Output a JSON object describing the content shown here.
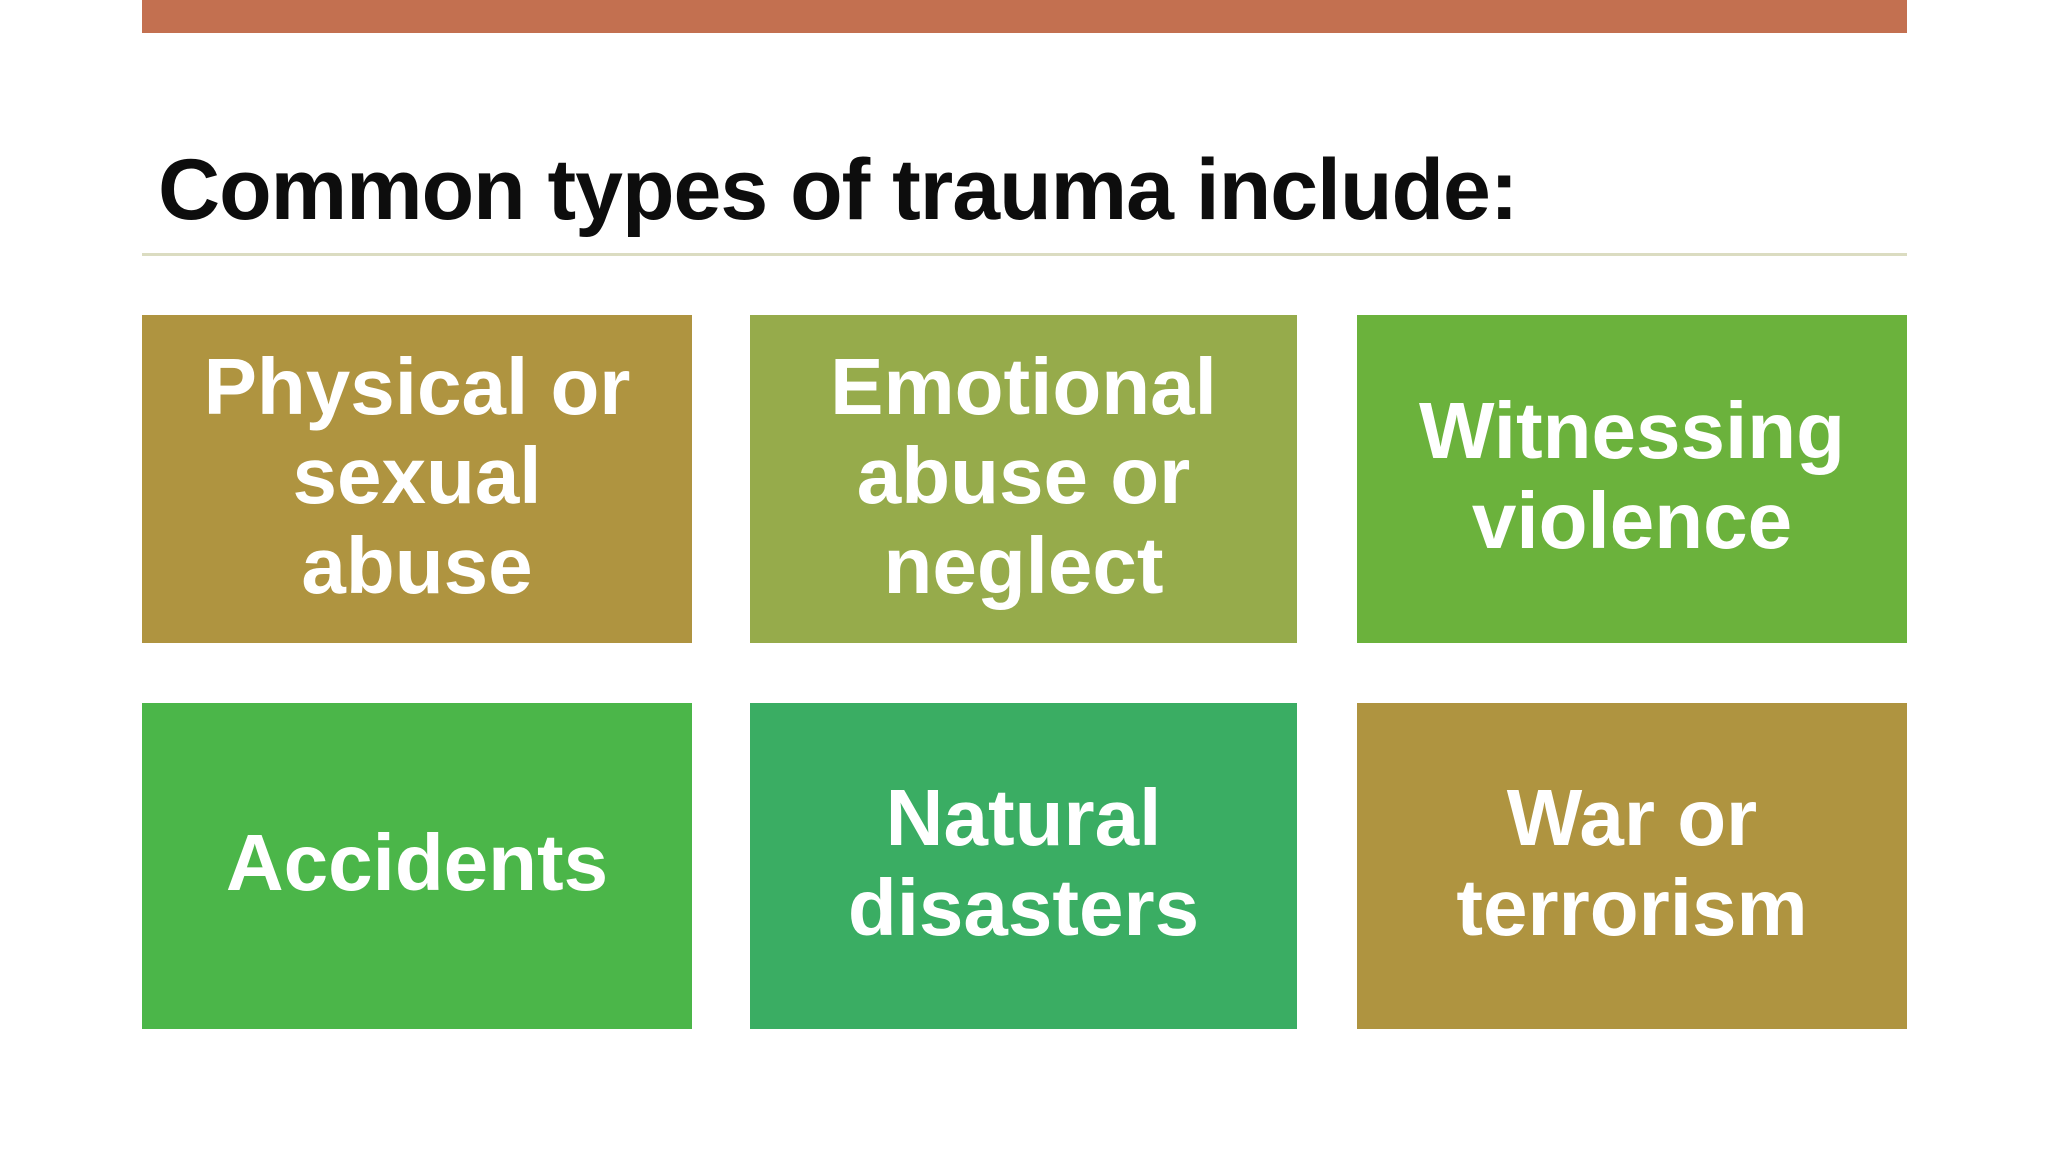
{
  "slide": {
    "title": "Common types of trauma include:",
    "title_color": "#0d0d0d",
    "accent_bar_color": "#c37050",
    "divider_color": "#dbdcc1",
    "background_color": "#ffffff"
  },
  "grid": {
    "text_color": "#ffffff",
    "boxes": [
      {
        "label": "Physical or sexual abuse",
        "lines": "Physical or\nsexual\nabuse",
        "color": "#af9440"
      },
      {
        "label": "Emotional abuse or neglect",
        "lines": "Emotional\nabuse or\nneglect",
        "color": "#96ab4b"
      },
      {
        "label": "Witnessing violence",
        "lines": "Witnessing\nviolence",
        "color": "#6bb23c"
      },
      {
        "label": "Accidents",
        "lines": "Accidents",
        "color": "#4bb649"
      },
      {
        "label": "Natural disasters",
        "lines": "Natural\ndisasters",
        "color": "#3aad63"
      },
      {
        "label": "War or terrorism",
        "lines": "War or\nterrorism",
        "color": "#af9440"
      }
    ]
  }
}
